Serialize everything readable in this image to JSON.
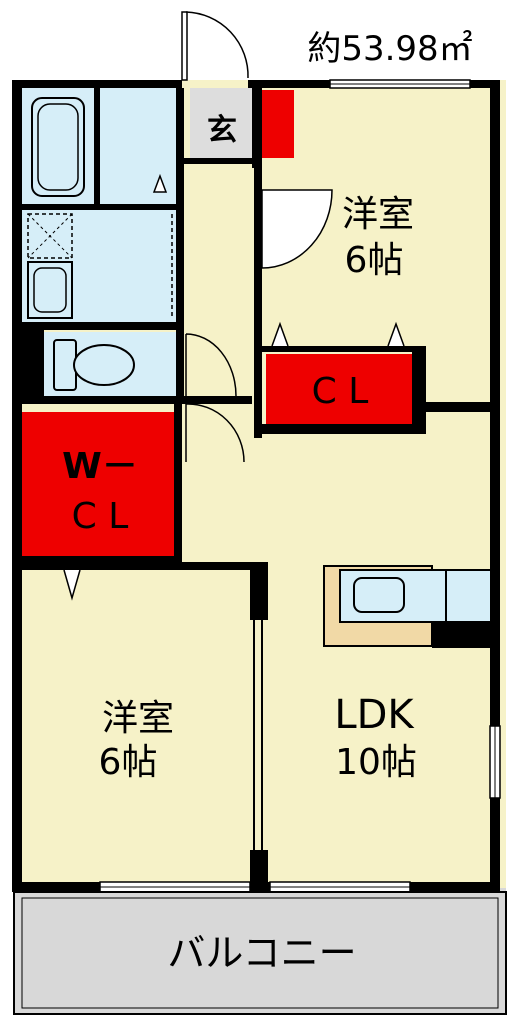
{
  "area": "約53.98㎡",
  "entrance": "玄",
  "bedroom_north": {
    "name": "洋室",
    "size": "6帖"
  },
  "closet_north": "C L",
  "walkin_closet": {
    "line1": "W－",
    "line2": "C L"
  },
  "bedroom_south": {
    "name": "洋室",
    "size": "6帖"
  },
  "ldk": {
    "name": "LDK",
    "size": "10帖"
  },
  "balcony": "バルコニー",
  "colors": {
    "room": "#f6f2c8",
    "wet_area": "#d6eef8",
    "closet": "#ee0000",
    "wall": "#000000",
    "balcony": "#d8d8d8",
    "entrance_floor": "#dddddd",
    "counter": "#f1d9a6"
  }
}
